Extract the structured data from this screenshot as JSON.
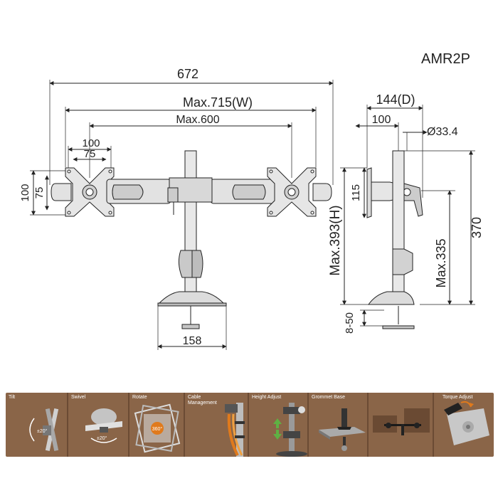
{
  "model": "AMR2P",
  "dimensions": {
    "overall_width": "672",
    "max_width": "Max.715(W)",
    "max_center": "Max.600",
    "vesa_outer": "100",
    "vesa_inner": "75",
    "vesa_height_outer": "100",
    "vesa_height_inner": "75",
    "depth": "144(D)",
    "side_100": "100",
    "pole_diameter": "Ø33.4",
    "side_115": "115",
    "max_height": "Max.393(H)",
    "max_335": "Max.335",
    "pole_height": "370",
    "base_width": "158",
    "clamp_range": "8-50"
  },
  "features": [
    {
      "label": "Tilt",
      "note": "±20°"
    },
    {
      "label": "Swivel",
      "note": "±20°"
    },
    {
      "label": "Rotate",
      "note": "360°"
    },
    {
      "label": "Cable Management",
      "note": ""
    },
    {
      "label": "Height Adjust",
      "note": ""
    },
    {
      "label": "Grommet Base",
      "note": ""
    },
    {
      "label": "",
      "note": ""
    },
    {
      "label": "Torque Adjust",
      "note": ""
    }
  ],
  "colors": {
    "line": "#222222",
    "part": "#d6d6d6",
    "part_dark": "#8c8c8c",
    "bar_bg": "#8a6548",
    "orange": "#e07a1c",
    "green": "#5fb043"
  }
}
